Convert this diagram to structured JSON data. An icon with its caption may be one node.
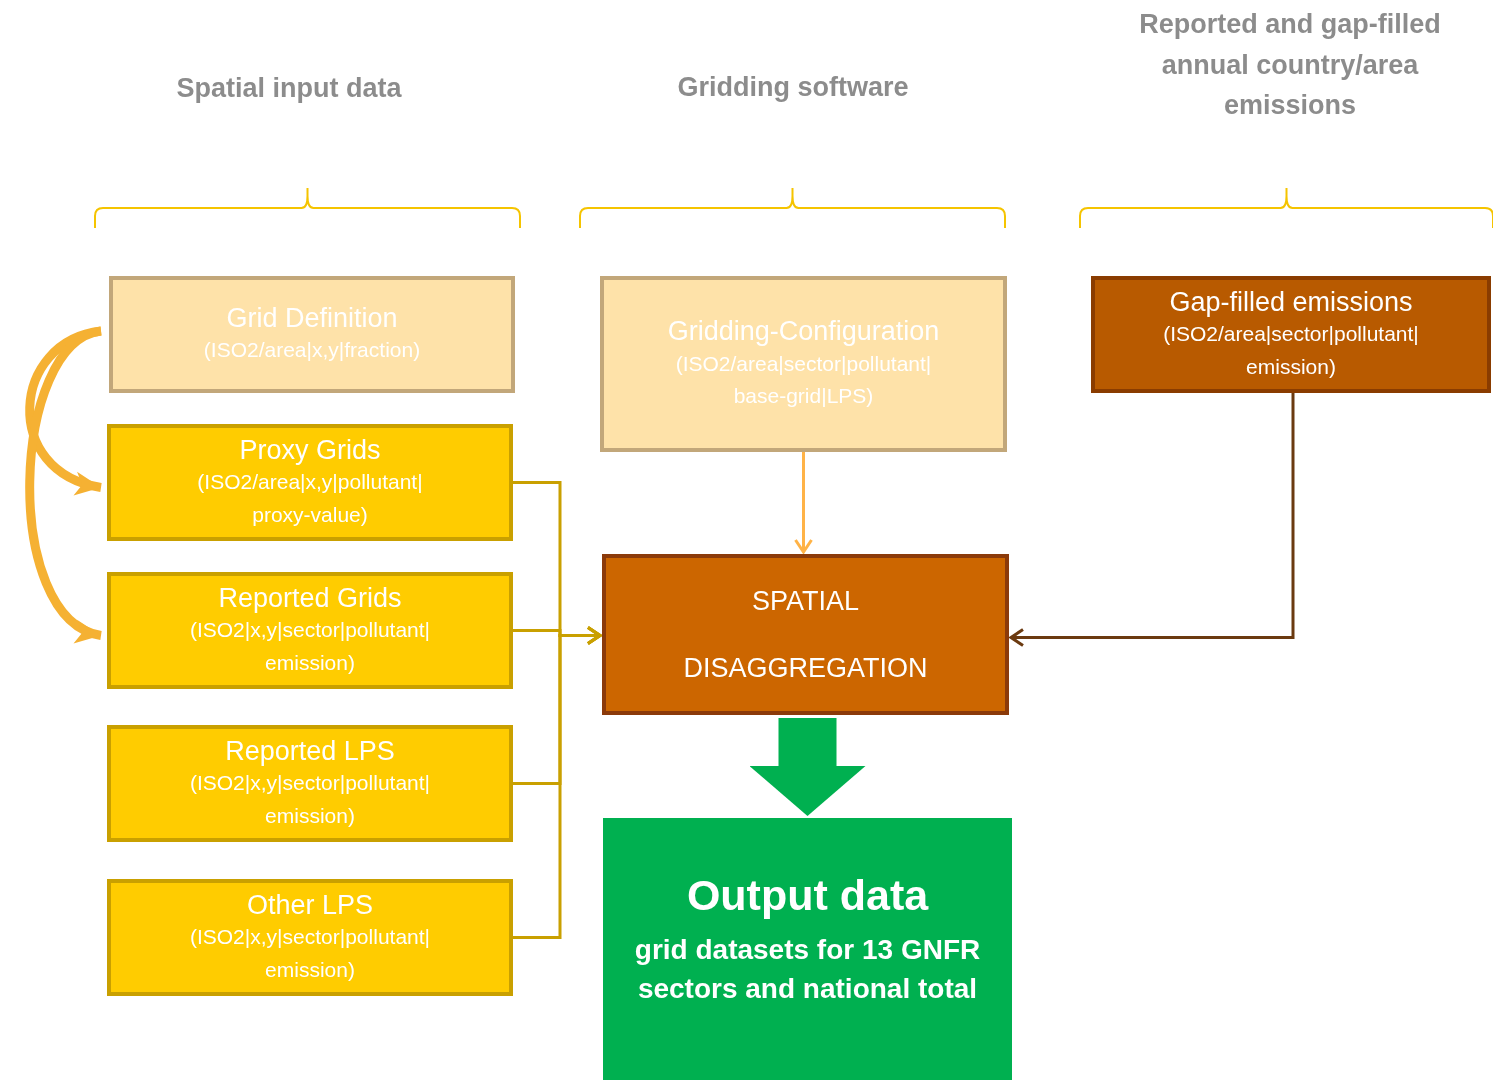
{
  "diagram": {
    "nodes": [
      {
        "text": [
          "Grid Definition",
          "(ISO2/area|x,y|fraction)"
        ]
      },
      {
        "text": [
          "Proxy Grids",
          "(ISO2/area|x,y|pollutant| proxy-value)"
        ]
      },
      {
        "text": [
          "Reported Grids",
          "(ISO2|x,y|sector|pollutant| emission)"
        ]
      },
      {
        "text": [
          "Reported LPS",
          "(ISO2|x,y|sector|pollutant| emission)"
        ]
      },
      {
        "text": [
          "Other LPS",
          "(ISO2|x,y|sector|pollutant| emission)"
        ]
      },
      {
        "text": [
          "Gridding-Configuration",
          "(ISO2/area|sector|pollutant| base-grid|LPS)"
        ]
      },
      {
        "text": [
          "SPATIAL DISAGGREGATION"
        ]
      },
      {
        "text": [
          "Gap-filled emissions",
          "(ISO2/area|sector|pollutant| emission)"
        ]
      },
      {
        "text": [
          "Output data",
          "grid datasets for 13 GNFR sectors and national total"
        ]
      }
    ],
    "edges": [
      {
        "from": 0,
        "to": 1,
        "arrow": "to",
        "style": "thick",
        "color": "#f5b133"
      },
      {
        "from": 0,
        "to": 2,
        "arrow": "to",
        "style": "thick",
        "color": "#f5b133"
      },
      {
        "from": 1,
        "to": 6,
        "arrow": "to"
      },
      {
        "from": 2,
        "to": 6,
        "arrow": "to"
      },
      {
        "from": 3,
        "to": 6,
        "arrow": "to"
      },
      {
        "from": 4,
        "to": 6,
        "arrow": "to"
      },
      {
        "from": 5,
        "to": 6,
        "arrow": "to",
        "color": "#ffb347"
      },
      {
        "from": 7,
        "to": 6,
        "arrow": "to",
        "color": "#6b3a10"
      },
      {
        "from": 6,
        "to": 8,
        "arrow": "to",
        "style": "thick",
        "color": "#00b050"
      }
    ],
    "labels": [
      "Spatial input data",
      "Gridding software",
      "Reported and gap-filled annual country/area emissions"
    ]
  }
}
